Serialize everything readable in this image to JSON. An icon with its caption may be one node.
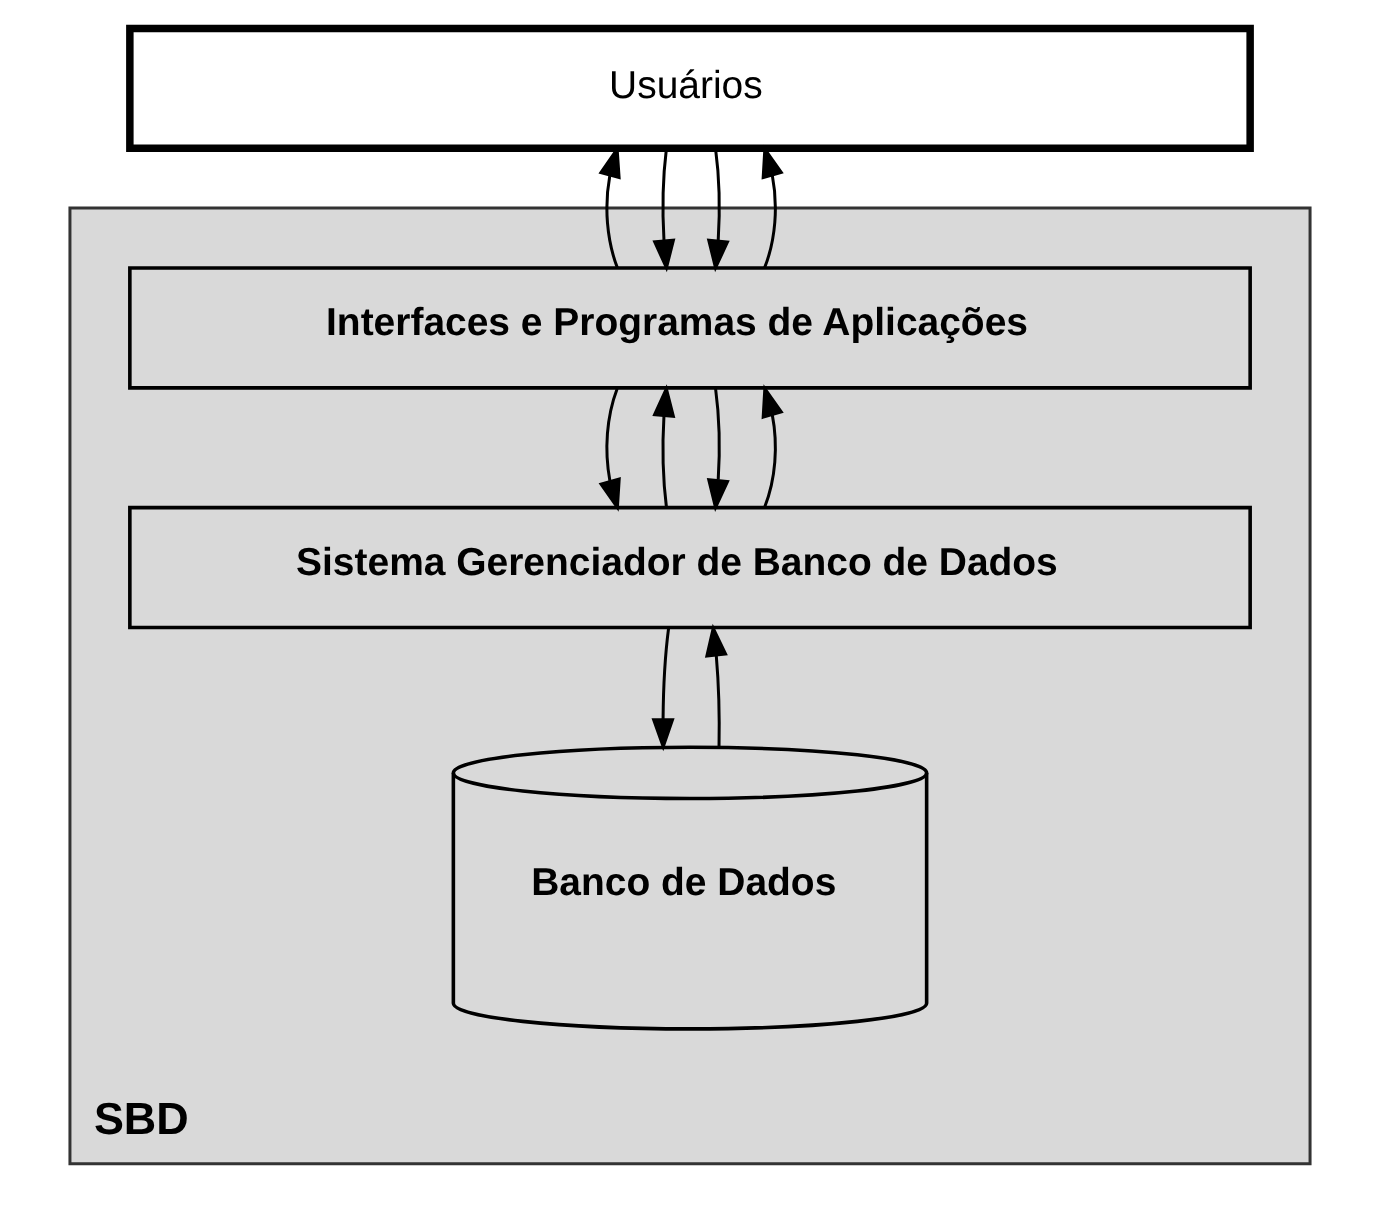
{
  "diagram": {
    "nodes": [
      {
        "text": [
          "Usuários"
        ]
      },
      {
        "text": [
          "SBD"
        ]
      },
      {
        "text": [
          "Interfaces e Programas de Aplicações"
        ],
        "in": 1
      },
      {
        "text": [
          "Sistema Gerenciador de Banco de Dados"
        ],
        "in": 1
      },
      {
        "text": [
          "Banco de Dados"
        ],
        "in": 1
      }
    ],
    "edges": [
      {
        "from": 0,
        "to": 2,
        "arrow": "to"
      },
      {
        "from": 2,
        "to": 0,
        "arrow": "to"
      },
      {
        "from": 0,
        "to": 2,
        "arrow": "to"
      },
      {
        "from": 2,
        "to": 0,
        "arrow": "to"
      },
      {
        "from": 2,
        "to": 3,
        "arrow": "to"
      },
      {
        "from": 3,
        "to": 2,
        "arrow": "to"
      },
      {
        "from": 2,
        "to": 3,
        "arrow": "to"
      },
      {
        "from": 3,
        "to": 2,
        "arrow": "to"
      },
      {
        "from": 3,
        "to": 4,
        "arrow": "to"
      },
      {
        "from": 4,
        "to": 3,
        "arrow": "to"
      }
    ]
  }
}
